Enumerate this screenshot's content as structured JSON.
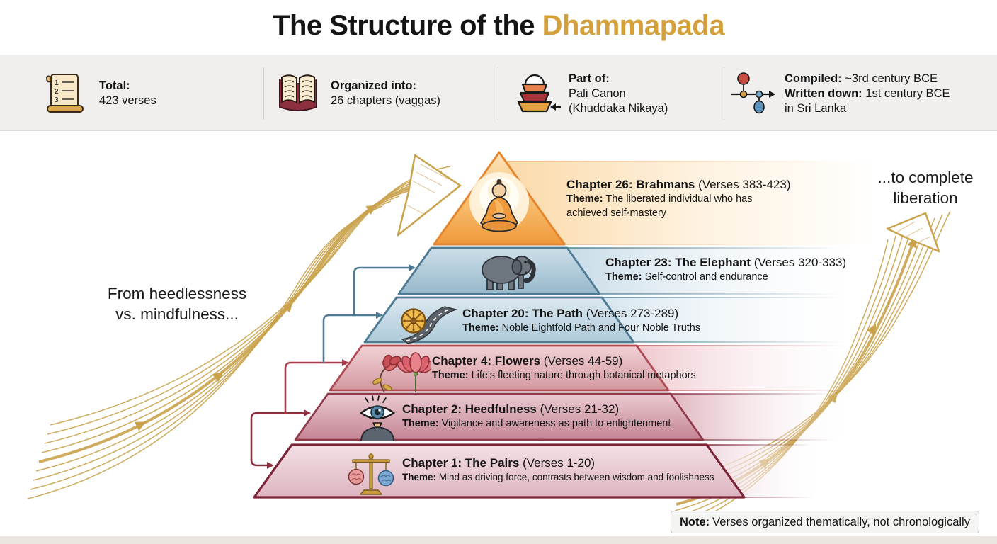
{
  "colors": {
    "title_gold": "#D4A03C",
    "arrow_gold": "#C9A24B",
    "blue": "#4E7A94",
    "red": "#A6394A",
    "maroon": "#8E2F3F",
    "orange": "#E8923A"
  },
  "title": {
    "prefix": "The Structure of the ",
    "highlight": "Dhammapada"
  },
  "stats": [
    {
      "icon": "scroll-icon",
      "label": "Total:",
      "line1": "423 verses",
      "line2": ""
    },
    {
      "icon": "open-book-icon",
      "label": "Organized into:",
      "line1": "26 chapters (vaggas)",
      "line2": ""
    },
    {
      "icon": "baskets-icon",
      "label": "Part of:",
      "line1": "Pali Canon",
      "line2": "(Khuddaka Nikaya)"
    },
    {
      "icon": "timeline-icon",
      "compiled_label": "Compiled:",
      "compiled_value": " ~3rd century BCE",
      "written_label": "Written down:",
      "written_value": " 1st century BCE",
      "location": "in Sri Lanka"
    }
  ],
  "flow": {
    "left_line1": "From heedlessness",
    "left_line2": "vs. mindfulness...",
    "right_line1": "...to complete",
    "right_line2": "liberation"
  },
  "levels": [
    {
      "chapter": "Chapter 26: Brahmans",
      "verses": " (Verses 383-423)",
      "theme_label": "Theme:",
      "theme": " The liberated individual who has achieved self-mastery",
      "icon": "buddha-icon"
    },
    {
      "chapter": "Chapter 23: The Elephant",
      "verses": " (Verses 320-333)",
      "theme_label": "Theme:",
      "theme": " Self-control and endurance",
      "icon": "elephant-icon"
    },
    {
      "chapter": "Chapter 20: The Path",
      "verses": " (Verses 273-289)",
      "theme_label": "Theme:",
      "theme": " Noble Eightfold Path and Four Noble Truths",
      "icon": "wheel-road-icon"
    },
    {
      "chapter": "Chapter 4: Flowers",
      "verses": " (Verses 44-59)",
      "theme_label": "Theme:",
      "theme": " Life's fleeting nature through botanical metaphors",
      "icon": "flowers-icon"
    },
    {
      "chapter": "Chapter 2: Heedfulness",
      "verses": " (Verses 21-32)",
      "theme_label": "Theme:",
      "theme": " Vigilance and awareness as path to enlightenment",
      "icon": "eye-person-icon"
    },
    {
      "chapter": "Chapter 1: The Pairs",
      "verses": " (Verses 1-20)",
      "theme_label": "Theme:",
      "theme": " Mind as driving force, contrasts between wisdom and foolishness",
      "icon": "scale-brains-icon"
    }
  ],
  "note": {
    "label": "Note:",
    "text": "Verses organized thematically, not chronologically"
  }
}
